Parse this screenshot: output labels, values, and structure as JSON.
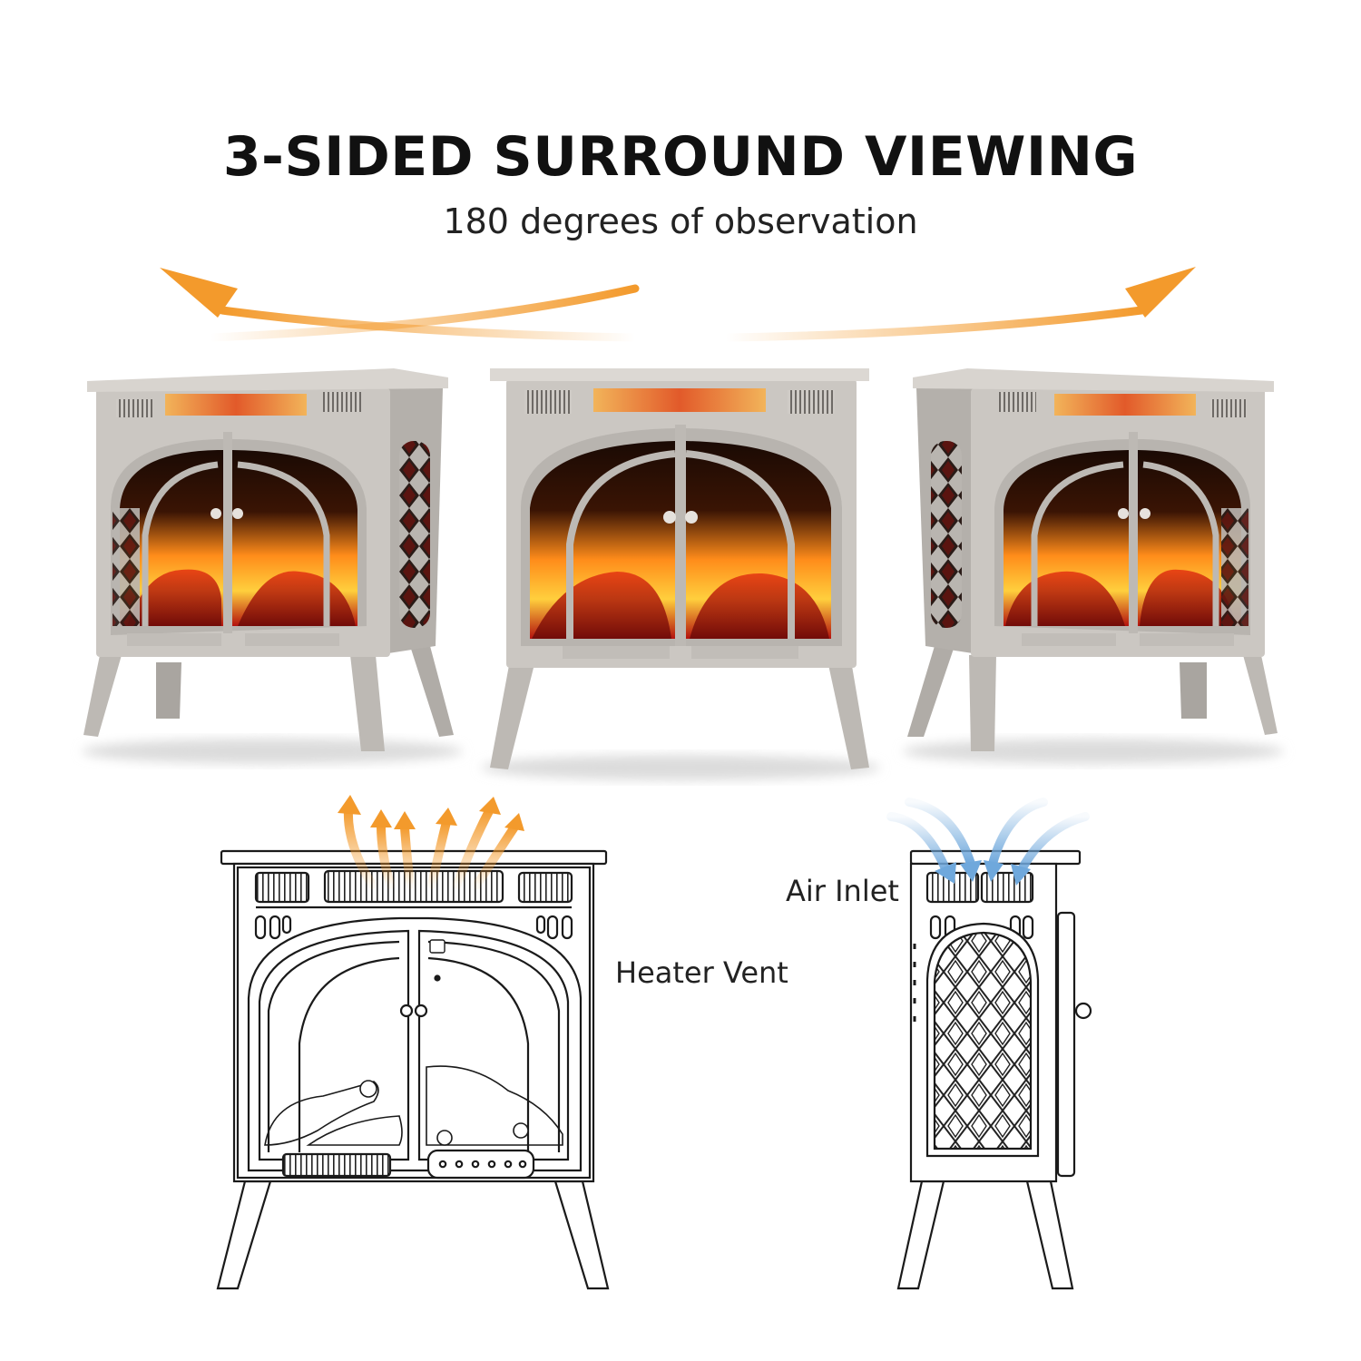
{
  "headline": "3-SIDED SURROUND VIEWING",
  "subheadline": "180 degrees of observation",
  "callouts": {
    "heater_vent": "Heater Vent",
    "air_inlet": "Air Inlet"
  },
  "colors": {
    "accent_orange": "#f39a2c",
    "air_blue": "#6fa8dc",
    "stove_body": "#c9c6c1",
    "flame": "#ff8c1a",
    "ember": "#b3120e"
  },
  "icons": {
    "arrow_left": "curved-arrow-left-icon",
    "arrow_right": "curved-arrow-right-icon",
    "heat_arrows": "heat-up-arrows-icon",
    "air_arrows": "air-down-arrows-icon"
  }
}
